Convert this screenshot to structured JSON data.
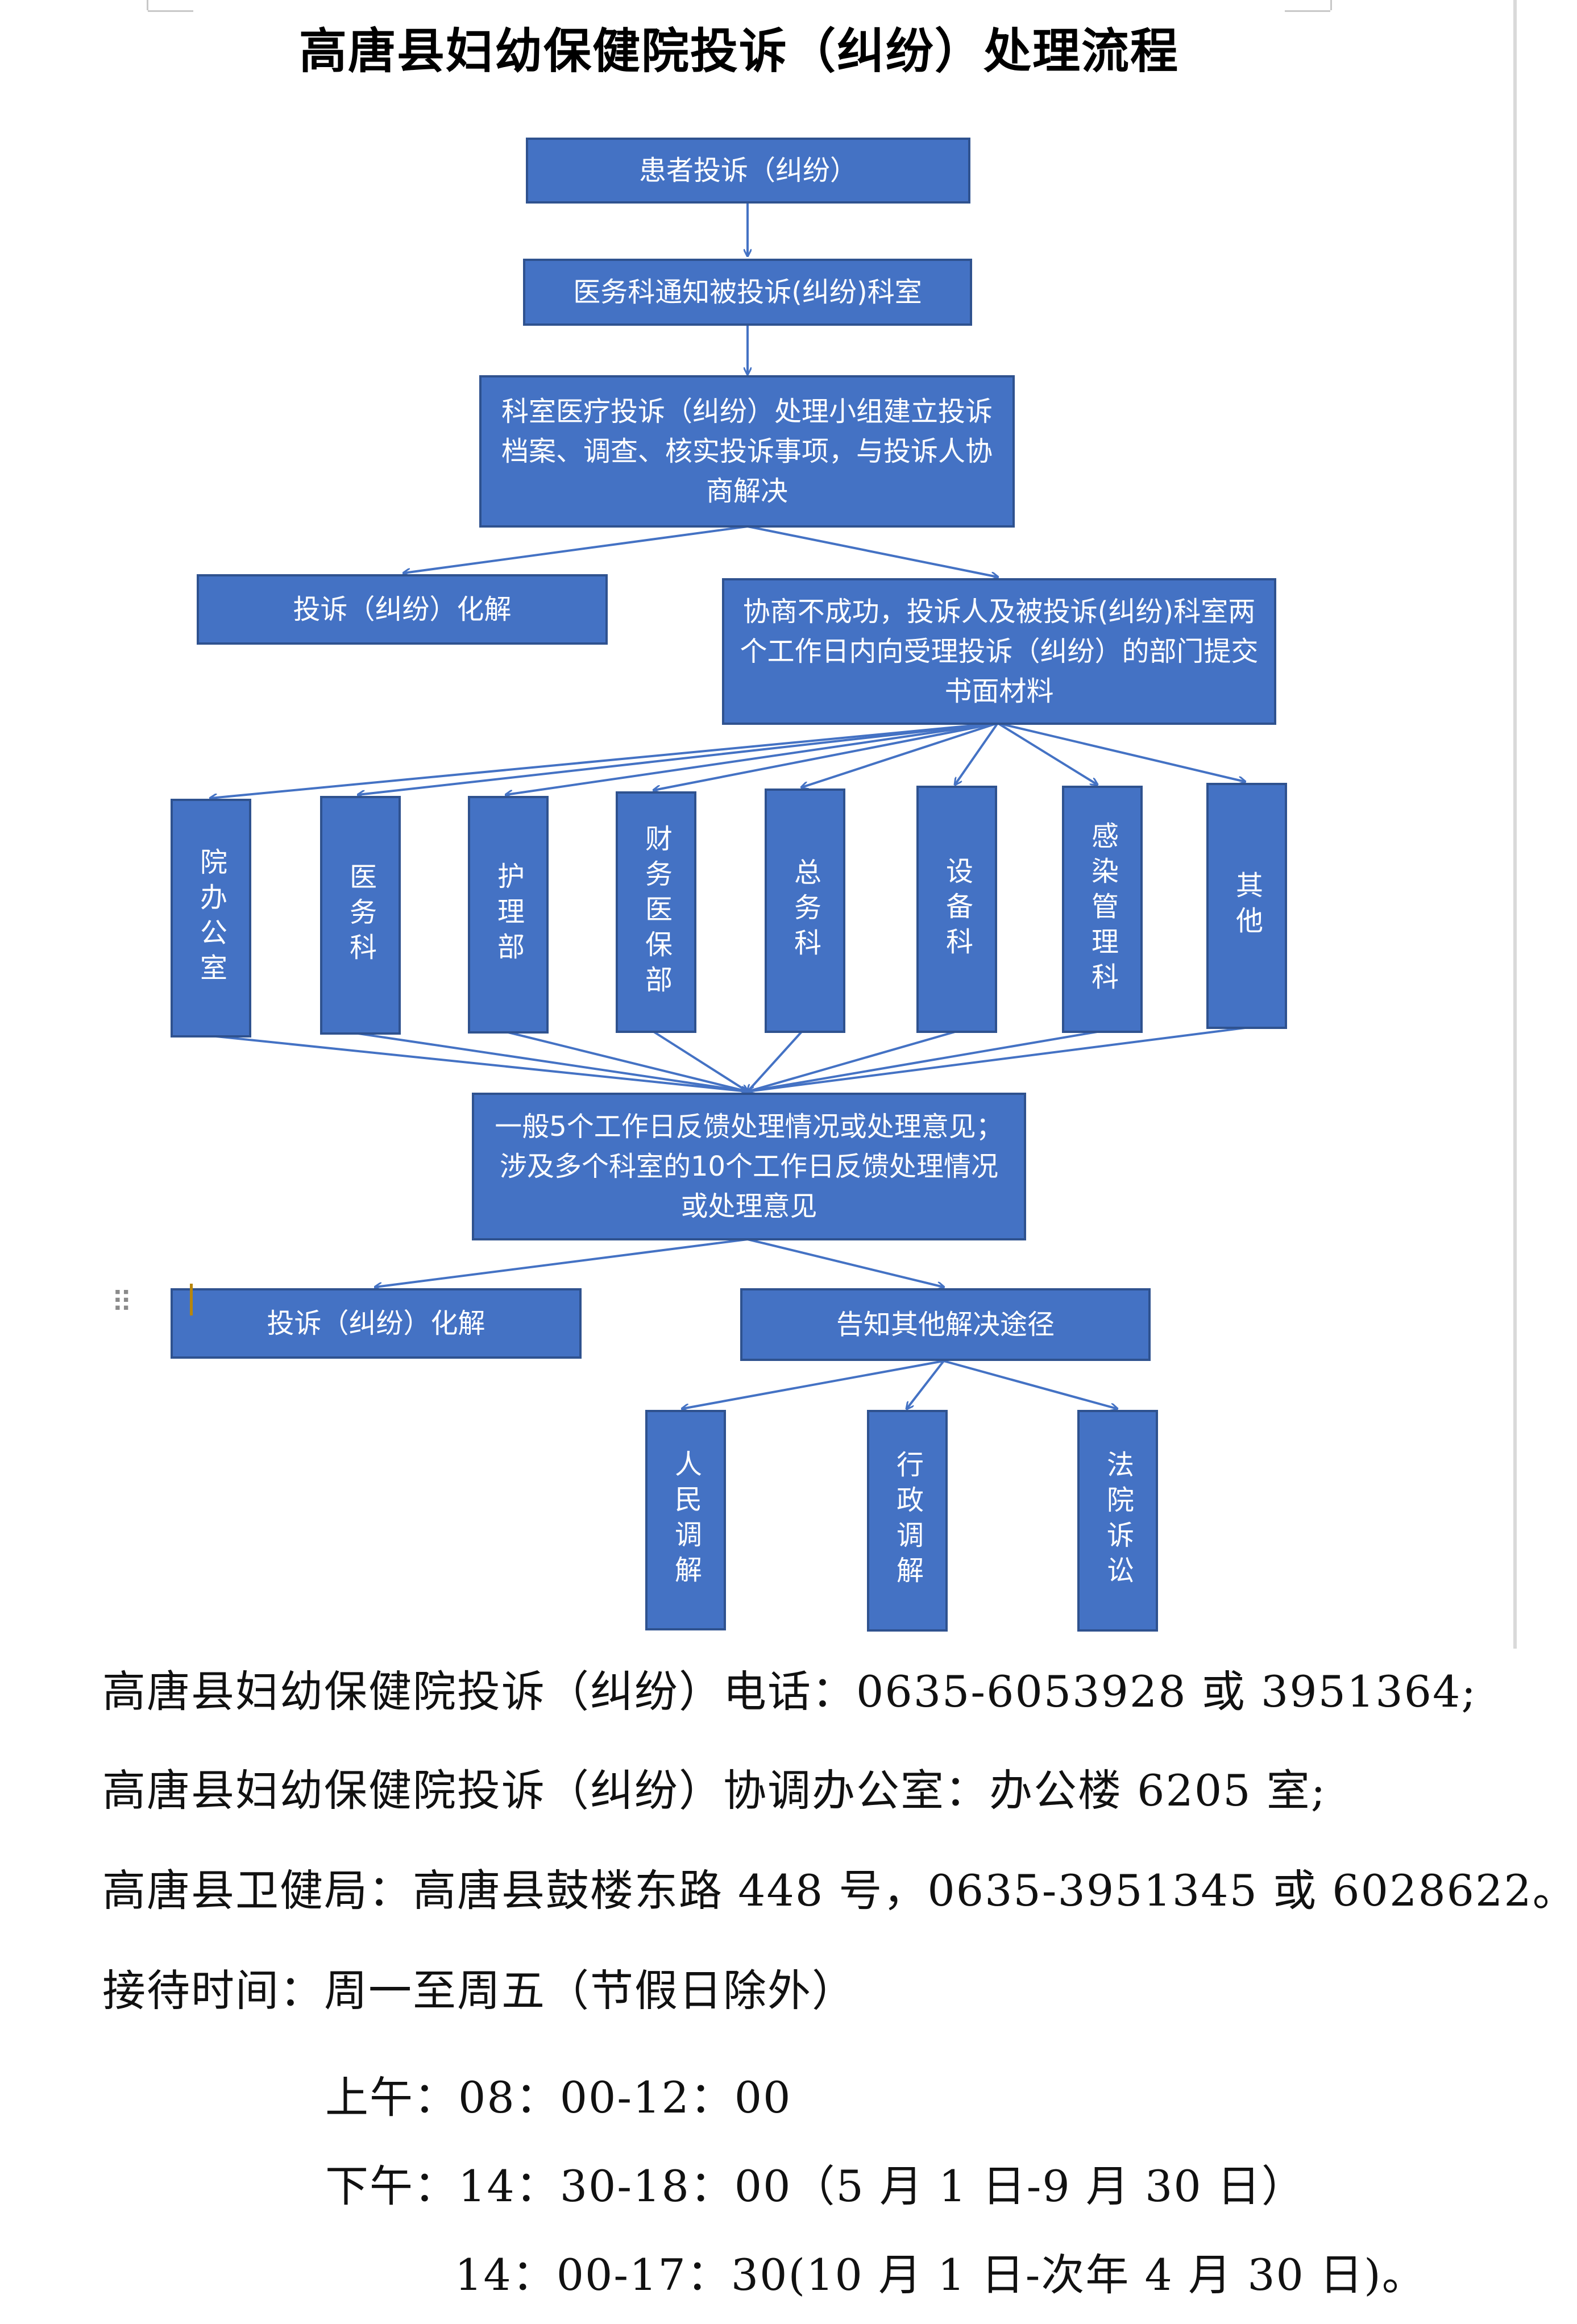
{
  "title": "高唐县妇幼保健院投诉（纠纷）处理流程",
  "flow": {
    "step1": "患者投诉（纠纷）",
    "step2": "医务科通知被投诉(纠纷)科室",
    "step3": "科室医疗投诉（纠纷）处理小组建立投诉档案、调查、核实投诉事项，与投诉人协商解决",
    "resolved": "投诉（纠纷）化解",
    "failed": "协商不成功，投诉人及被投诉(纠纷)科室两个工作日内向受理投诉（纠纷）的部门提交书面材料",
    "departments": [
      "院办公室",
      "医务科",
      "护理部",
      "财务医保部",
      "总务科",
      "设备科",
      "感染管理科",
      "其他"
    ],
    "feedback": "一般5个工作日反馈处理情况或处理意见；涉及多个科室的10个工作日反馈处理情况或处理意见",
    "resolved2": "投诉（纠纷）化解",
    "other_channels": "告知其他解决途径",
    "channels": [
      "人民调解",
      "行政调解",
      "法院诉讼"
    ]
  },
  "info": {
    "phone": "高唐县妇幼保健院投诉（纠纷）电话：0635-6053928 或 3951364;",
    "office": "高唐县妇幼保健院投诉（纠纷）协调办公室：办公楼 6205 室;",
    "bureau": "高唐县卫健局：高唐县鼓楼东路 448 号，0635-3951345 或 6028622。",
    "reception": "接待时间：周一至周五（节假日除外）",
    "morning": "上午：08：00-12：00",
    "afternoon_summer": "下午：14：30-18：00（5 月 1 日-9 月 30 日）",
    "afternoon_winter": "14：00-17：30(10 月 1 日-次年 4 月 30 日)。"
  },
  "colors": {
    "box_fill": "#4472c4",
    "box_border": "#2f528f",
    "arrow": "#4472c4"
  }
}
